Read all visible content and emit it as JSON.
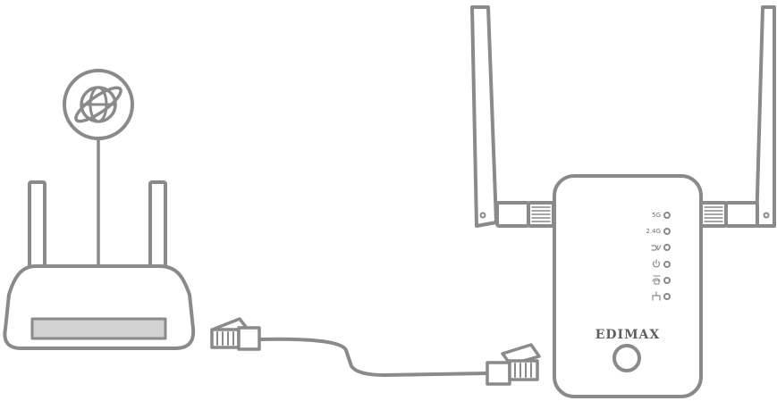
{
  "extender": {
    "brand": "EDIMAX",
    "leds": [
      {
        "label": "5G",
        "icon": "5g-band-label"
      },
      {
        "label": "2.4G",
        "icon": "2-4g-band-label"
      },
      {
        "label": "",
        "icon": "repeater-mode-icon"
      },
      {
        "label": "",
        "icon": "power-icon"
      },
      {
        "label": "",
        "icon": "wps-icon"
      },
      {
        "label": "",
        "icon": "lan-icon"
      }
    ]
  },
  "colors": {
    "stroke": "#8a8a8a",
    "fill": "#ffffff",
    "display": "#d2d2d2"
  }
}
